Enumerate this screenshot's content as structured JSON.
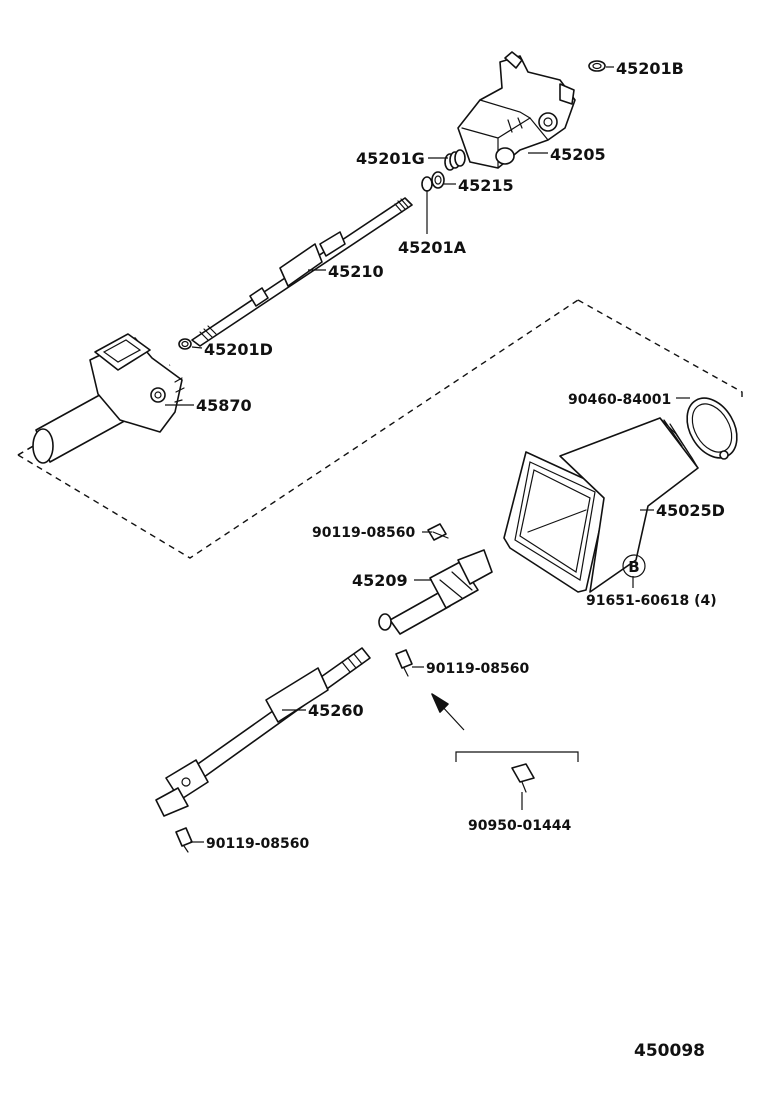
{
  "diagram_code": "450098",
  "callout_circle": "B",
  "labels": {
    "p45201B": "45201B",
    "p45205": "45205",
    "p45201G": "45201G",
    "p45215": "45215",
    "p45201A": "45201A",
    "p45210": "45210",
    "p45201D": "45201D",
    "p45870": "45870",
    "p90460": "90460-84001",
    "p45025D": "45025D",
    "p91651": "91651-60618 (4)",
    "p90119a": "90119-08560",
    "p45209": "45209",
    "p90119b": "90119-08560",
    "p45260": "45260",
    "p90119c": "90119-08560",
    "p90950": "90950-01444"
  }
}
